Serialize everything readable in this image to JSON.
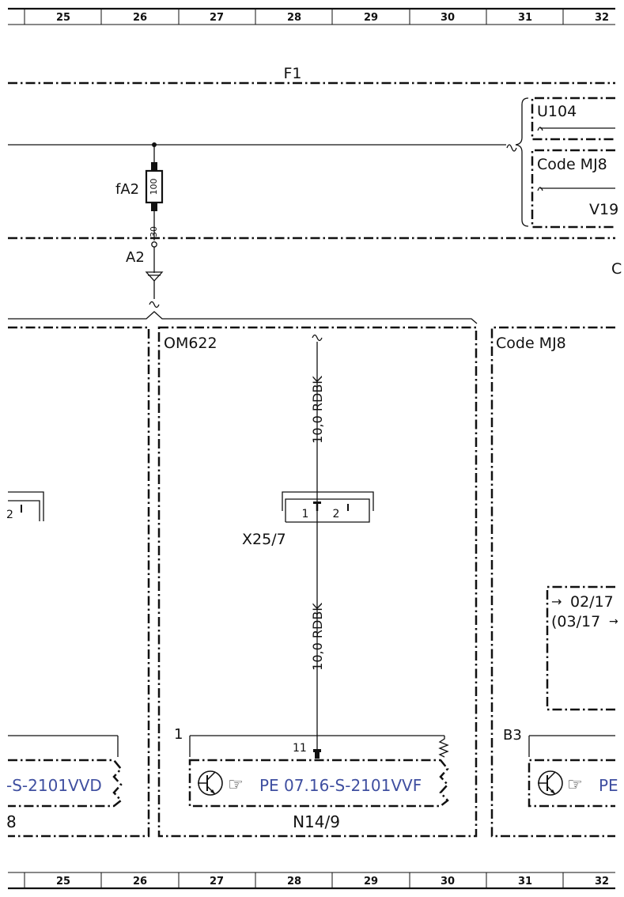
{
  "grid": {
    "columns": [
      "25",
      "26",
      "27",
      "28",
      "29",
      "30",
      "31",
      "32"
    ]
  },
  "labels": {
    "f1": "F1",
    "u104": "U104",
    "code_mj8_top": "Code MJ8",
    "v19_partial": "V19",
    "fuse": "fA2",
    "fuse_rating": "100",
    "terminal": "30",
    "a2": "A2",
    "c_partial": "C",
    "om622": "OM622",
    "code_mj8_right": "Code MJ8",
    "wire_upper": "10,0 RDBK",
    "wire_lower": "10,0 RDBK",
    "connector": "X25/7",
    "pin1": "1",
    "pin2": "2",
    "left_pin2": "2",
    "node_1": "1",
    "pin11": "11",
    "n14_9": "N14/9",
    "b3": "B3",
    "left_8": "8",
    "date_1": "02/17",
    "date_2": "(03/17",
    "ref_left": "-S-2101VVD",
    "ref_center": "PE 07.16-S-2101VVF",
    "ref_right": "PE"
  },
  "colors": {
    "line": "#111111",
    "link": "#3f4fa0"
  }
}
